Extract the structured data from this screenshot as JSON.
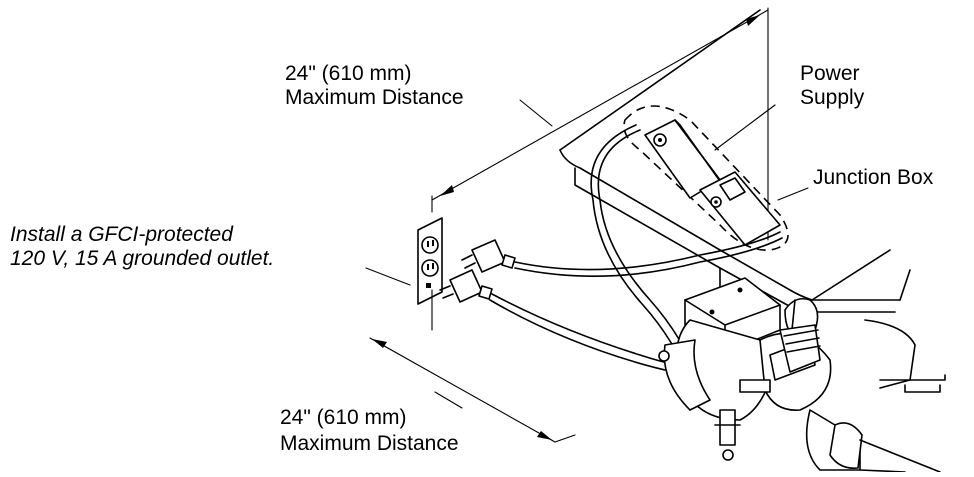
{
  "labels": {
    "top_distance_1": "24\" (610 mm)",
    "top_distance_2": "Maximum Distance",
    "power_supply_1": "Power",
    "power_supply_2": "Supply",
    "junction_box": "Junction Box",
    "outlet_note_1": "Install a GFCI-protected",
    "outlet_note_2": "120 V, 15 A grounded outlet.",
    "bottom_distance_1": "24\" (610 mm)",
    "bottom_distance_2": "Maximum Distance"
  },
  "colors": {
    "line": "#000000",
    "background": "#ffffff"
  }
}
